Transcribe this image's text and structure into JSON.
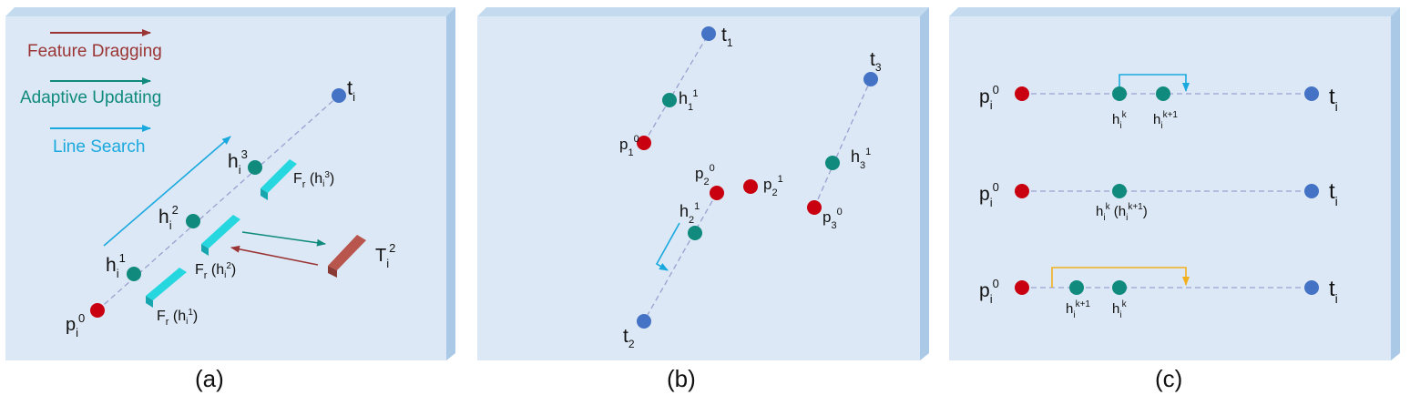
{
  "legend": {
    "feature_dragging": "Feature Dragging",
    "adaptive_updating": "Adaptive Updating",
    "line_search": "Line Search"
  },
  "captions": {
    "a": "(a)",
    "b": "(b)",
    "c": "(c)"
  },
  "colors": {
    "panel": "#dce8f5",
    "panel_side": "#a9c9e6",
    "panel_top": "#c4dbef",
    "red_point": "#c8000f",
    "teal_point": "#0f8a7c",
    "blue_point": "#4472c4",
    "dragging_arrow": "#9b3535",
    "updating_arrow": "#0f8a7c",
    "search_arrow": "#1aa9df",
    "search_arrow_yellow": "#f2b01e",
    "dashed_line": "#9aa0d0",
    "feature_bar": "#27d7e0",
    "target_bar": "#b8564e"
  }
}
